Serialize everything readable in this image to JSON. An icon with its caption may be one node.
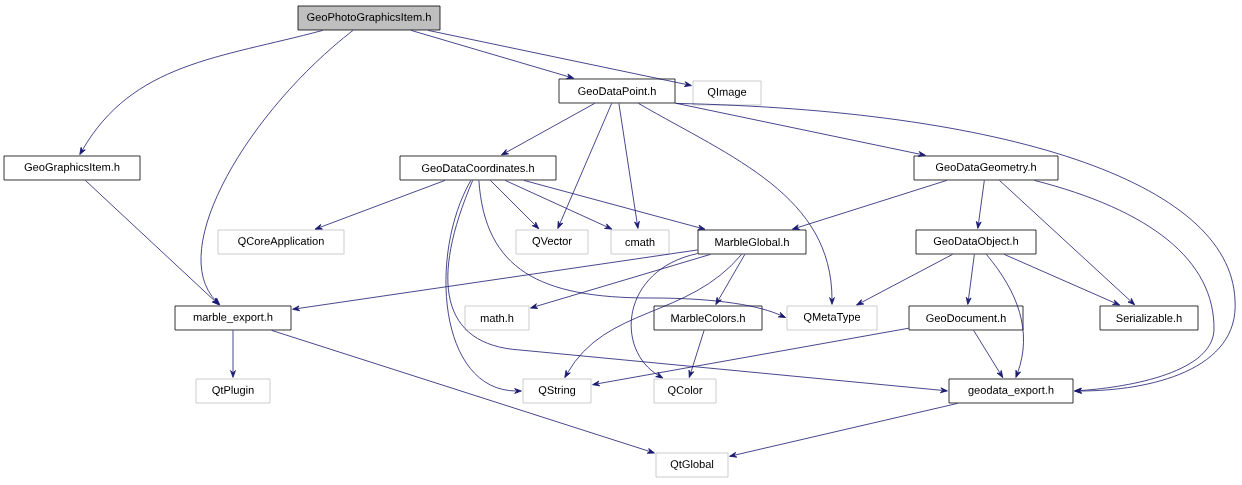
{
  "diagram": {
    "nodes": [
      {
        "text": [
          "GeoPhotoGraphicsItem.h"
        ]
      },
      {
        "text": [
          "GeoGraphicsItem.h"
        ]
      },
      {
        "text": [
          "GeoDataPoint.h"
        ]
      },
      {
        "text": [
          "QImage"
        ]
      },
      {
        "text": [
          "GeoDataCoordinates.h"
        ]
      },
      {
        "text": [
          "GeoDataGeometry.h"
        ]
      },
      {
        "text": [
          "QCoreApplication"
        ]
      },
      {
        "text": [
          "QVector"
        ]
      },
      {
        "text": [
          "cmath"
        ]
      },
      {
        "text": [
          "MarbleGlobal.h"
        ]
      },
      {
        "text": [
          "GeoDataObject.h"
        ]
      },
      {
        "text": [
          "marble_export.h"
        ]
      },
      {
        "text": [
          "math.h"
        ]
      },
      {
        "text": [
          "MarbleColors.h"
        ]
      },
      {
        "text": [
          "QMetaType"
        ]
      },
      {
        "text": [
          "GeoDocument.h"
        ]
      },
      {
        "text": [
          "Serializable.h"
        ]
      },
      {
        "text": [
          "QtPlugin"
        ]
      },
      {
        "text": [
          "QString"
        ]
      },
      {
        "text": [
          "QColor"
        ]
      },
      {
        "text": [
          "geodata_export.h"
        ]
      },
      {
        "text": [
          "QtGlobal"
        ]
      }
    ],
    "edges": [
      {
        "from": 0,
        "to": 1,
        "arrow": "to"
      },
      {
        "from": 0,
        "to": 11,
        "arrow": "to"
      },
      {
        "from": 0,
        "to": 2,
        "arrow": "to"
      },
      {
        "from": 0,
        "to": 3,
        "arrow": "to"
      },
      {
        "from": 1,
        "to": 11,
        "arrow": "to"
      },
      {
        "from": 2,
        "to": 4,
        "arrow": "to"
      },
      {
        "from": 2,
        "to": 7,
        "arrow": "to"
      },
      {
        "from": 2,
        "to": 8,
        "arrow": "to"
      },
      {
        "from": 2,
        "to": 14,
        "arrow": "to"
      },
      {
        "from": 2,
        "to": 5,
        "arrow": "to"
      },
      {
        "from": 2,
        "to": 20,
        "arrow": "to"
      },
      {
        "from": 4,
        "to": 6,
        "arrow": "to"
      },
      {
        "from": 4,
        "to": 7,
        "arrow": "to"
      },
      {
        "from": 4,
        "to": 8,
        "arrow": "to"
      },
      {
        "from": 4,
        "to": 9,
        "arrow": "to"
      },
      {
        "from": 4,
        "to": 18,
        "arrow": "to"
      },
      {
        "from": 4,
        "to": 20,
        "arrow": "to"
      },
      {
        "from": 4,
        "to": 14,
        "arrow": "to"
      },
      {
        "from": 5,
        "to": 9,
        "arrow": "to"
      },
      {
        "from": 5,
        "to": 10,
        "arrow": "to"
      },
      {
        "from": 5,
        "to": 16,
        "arrow": "to"
      },
      {
        "from": 5,
        "to": 20,
        "arrow": "to"
      },
      {
        "from": 9,
        "to": 11,
        "arrow": "to"
      },
      {
        "from": 9,
        "to": 12,
        "arrow": "to"
      },
      {
        "from": 9,
        "to": 13,
        "arrow": "to"
      },
      {
        "from": 9,
        "to": 18,
        "arrow": "to"
      },
      {
        "from": 9,
        "to": 19,
        "arrow": "to"
      },
      {
        "from": 10,
        "to": 14,
        "arrow": "to"
      },
      {
        "from": 10,
        "to": 15,
        "arrow": "to"
      },
      {
        "from": 10,
        "to": 16,
        "arrow": "to"
      },
      {
        "from": 10,
        "to": 20,
        "arrow": "to"
      },
      {
        "from": 11,
        "to": 17,
        "arrow": "to"
      },
      {
        "from": 11,
        "to": 21,
        "arrow": "to"
      },
      {
        "from": 13,
        "to": 19,
        "arrow": "to"
      },
      {
        "from": 15,
        "to": 18,
        "arrow": "to"
      },
      {
        "from": 15,
        "to": 20,
        "arrow": "to"
      },
      {
        "from": 20,
        "to": 21,
        "arrow": "to"
      }
    ]
  }
}
